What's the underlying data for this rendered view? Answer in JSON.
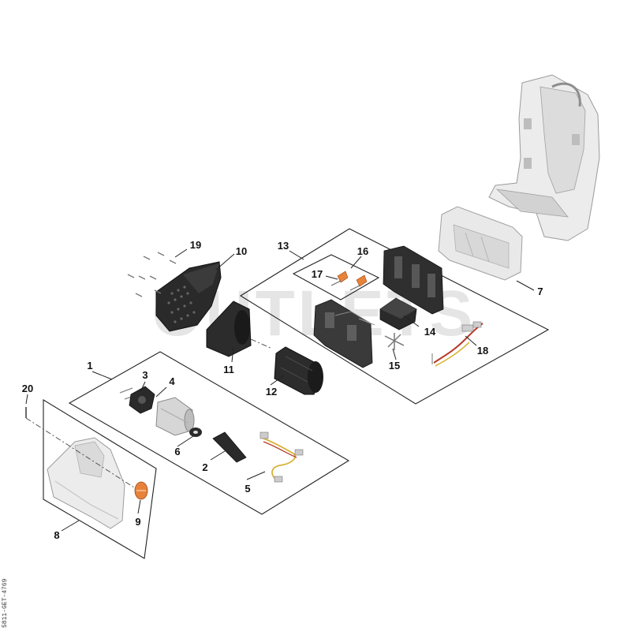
{
  "callouts": {
    "c1": "1",
    "c2": "2",
    "c3": "3",
    "c4": "4",
    "c5": "5",
    "c6": "6",
    "c7": "7",
    "c8": "8",
    "c9": "9",
    "c10": "10",
    "c11": "11",
    "c12": "12",
    "c13": "13",
    "c14": "14",
    "c15": "15",
    "c16": "16",
    "c17": "17",
    "c18": "18",
    "c19": "19",
    "c20": "20"
  },
  "watermark": "OUTLETS",
  "drawing_code": "5811-GET-4769",
  "colors": {
    "dark_part": "#2a2a2a",
    "light_part": "#e4e4e4",
    "accent_orange": "#e8823a",
    "wire_yellow": "#d8b43a",
    "wire_red": "#b83a2a"
  }
}
